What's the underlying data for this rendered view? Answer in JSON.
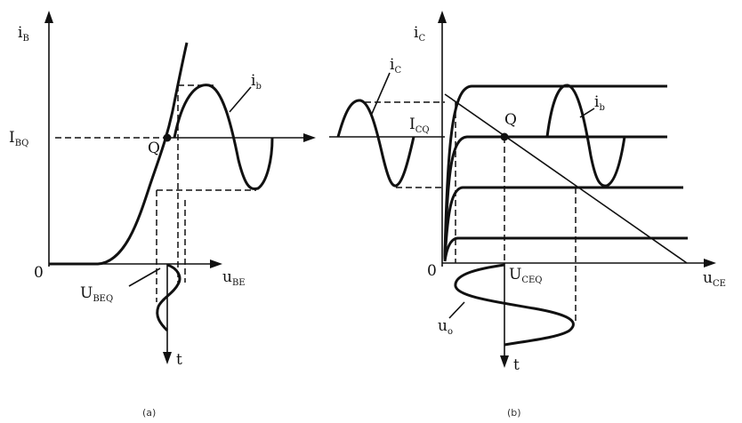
{
  "panel_a": {
    "caption": "(a)",
    "axis_y": {
      "main": "i",
      "sub": "B"
    },
    "axis_x": {
      "main": "u",
      "sub": "BE"
    },
    "axis_t": {
      "main": "t"
    },
    "origin": "0",
    "ibq": {
      "main": "I",
      "sub": "BQ"
    },
    "q": "Q",
    "ib": {
      "main": "i",
      "sub": "b"
    },
    "ubeq": {
      "main": "U",
      "sub": "BEQ"
    }
  },
  "panel_b": {
    "caption": "(b)",
    "axis_y": {
      "main": "i",
      "sub": "C"
    },
    "axis_x": {
      "main": "u",
      "sub": "CE"
    },
    "axis_t": {
      "main": "t"
    },
    "origin": "0",
    "ic": {
      "main": "i",
      "sub": "C"
    },
    "icq": {
      "main": "I",
      "sub": "CQ"
    },
    "q": "Q",
    "ib": {
      "main": "i",
      "sub": "b"
    },
    "uceq": {
      "main": "U",
      "sub": "CEQ"
    },
    "uo": {
      "main": "u",
      "sub": "o"
    }
  }
}
